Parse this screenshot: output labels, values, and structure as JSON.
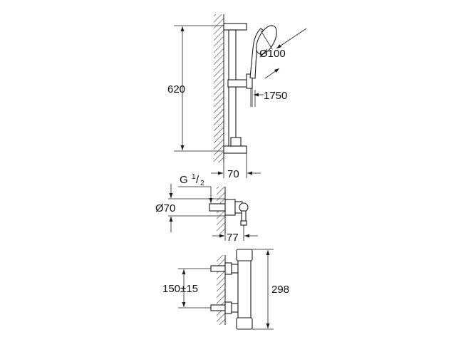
{
  "labels": {
    "bar_height": "620",
    "handshower_diameter": "Ø100",
    "hose_length": "1750",
    "wall_to_rail": "70",
    "thread_g": "G",
    "thread_frac_num": "1",
    "thread_frac_den": "2",
    "escutcheon_diameter": "Ø70",
    "wall_to_outlet": "77",
    "inlet_spacing": "150±15",
    "mixer_length": "298"
  }
}
